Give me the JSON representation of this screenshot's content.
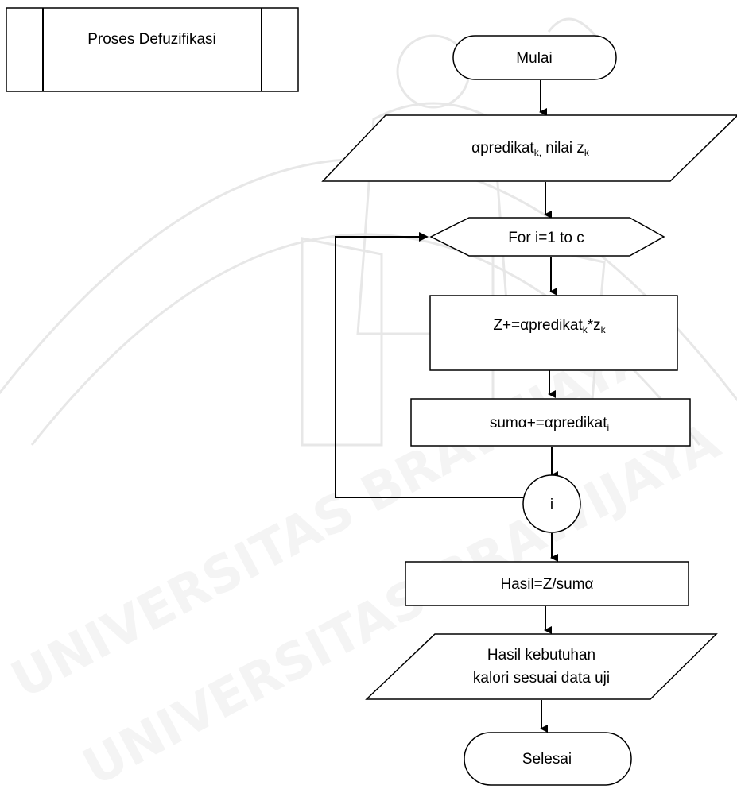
{
  "watermark": {
    "text": "UNIVERSITAS BRAWIJAYA"
  },
  "process_box": {
    "label": "Proses Defuzifikasi"
  },
  "nodes": {
    "start": {
      "label": "Mulai"
    },
    "input": {
      "label_main": "αpredikat",
      "label_sub1": "k,",
      "label_mid": " nilai z",
      "label_sub2": "k"
    },
    "loop": {
      "label": "For i=1 to c"
    },
    "calc_z": {
      "label_main": "Z+=αpredikat",
      "label_sub1": "k",
      "label_mid": "*z",
      "label_sub2": "k"
    },
    "calc_sum": {
      "label_main": "sumα+=αpredikat",
      "label_sub": "i"
    },
    "connector": {
      "label": "i"
    },
    "result": {
      "label": "Hasil=Z/sumα"
    },
    "output": {
      "line1": "Hasil kebutuhan",
      "line2": "kalori sesuai data uji"
    },
    "end": {
      "label": "Selesai"
    }
  },
  "colors": {
    "stroke": "#000000",
    "background": "#ffffff",
    "watermark": "#c6c6c6"
  }
}
